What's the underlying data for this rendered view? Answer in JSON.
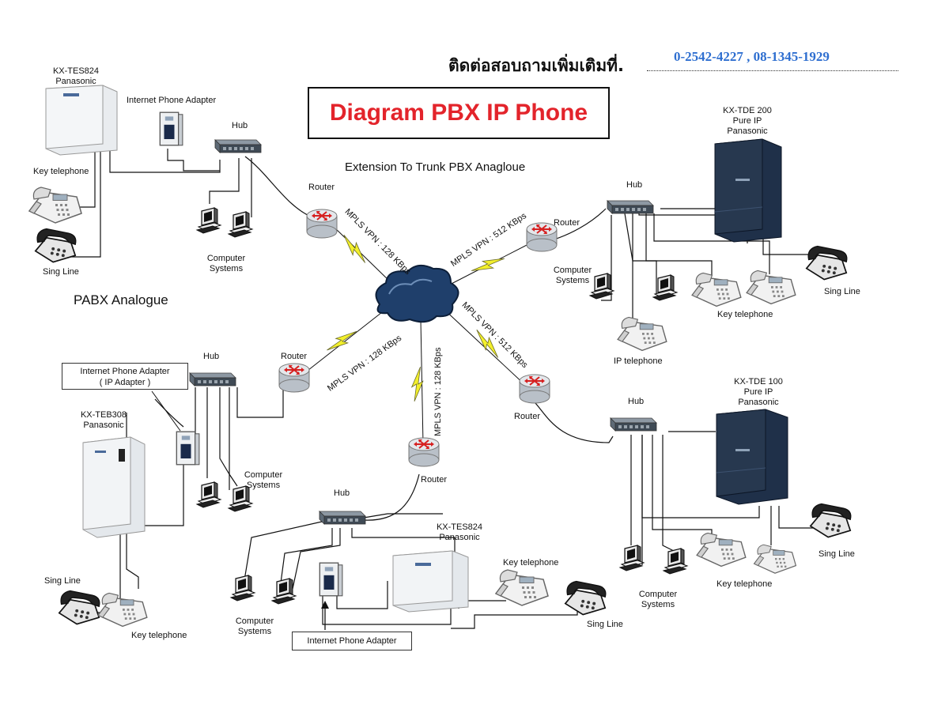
{
  "contact": {
    "label": "ติดต่อสอบถามเพิ่มเติมที่.",
    "phones": "0-2542-4227 , 08-1345-1929"
  },
  "title": "Diagram PBX IP Phone",
  "subtitle": "Extension To Trunk PBX Anagloue",
  "pabx_label": "PABX Analogue",
  "mpls": {
    "nw": "MPLS VPN : 128 KBps",
    "ne": "MPLS VPN : 512 KBps",
    "w": "MPLS VPN : 128 KBps",
    "s": "MPLS VPN : 128 KBps",
    "e": "MPLS VPN : 512 KBps"
  },
  "labels": {
    "tl_pbx_model": "KX-TES824",
    "tl_pbx_brand": "Panasonic",
    "tl_adapter": "Internet Phone Adapter",
    "tl_hub": "Hub",
    "tl_router": "Router",
    "tl_key_telephone": "Key telephone",
    "tl_sing_line": "Sing Line",
    "tl_computer_1": "Computer",
    "tl_computer_2": "Systems",
    "tr_pbx_model": "KX-TDE 200",
    "tr_pbx_type": "Pure IP",
    "tr_pbx_brand": "Panasonic",
    "tr_hub": "Hub",
    "tr_router": "Router",
    "tr_computer_1": "Computer",
    "tr_computer_2": "Systems",
    "tr_key_telephone": "Key telephone",
    "tr_sing_line": "Sing Line",
    "tr_ip_telephone": "IP telephone",
    "bl_adapter_1": "Internet Phone Adapter",
    "bl_adapter_2": "( IP Adapter )",
    "bl_hub": "Hub",
    "bl_router": "Router",
    "bl_pbx_model": "KX-TEB308",
    "bl_pbx_brand": "Panasonic",
    "bl_computer_1": "Computer",
    "bl_computer_2": "Systems",
    "bl_sing_line": "Sing Line",
    "bl_key_telephone": "Key telephone",
    "bc_router": "Router",
    "bc_hub": "Hub",
    "bc_pbx_model": "KX-TES824",
    "bc_pbx_brand": "Panasonic",
    "bc_key_telephone": "Key telephone",
    "bc_sing_line": "Sing Line",
    "bc_computer_1": "Computer",
    "bc_computer_2": "Systems",
    "bc_adapter": "Internet Phone Adapter",
    "br_router": "Router",
    "br_hub": "Hub",
    "br_pbx_model": "KX-TDE 100",
    "br_pbx_type": "Pure IP",
    "br_pbx_brand": "Panasonic",
    "br_sing_line": "Sing Line",
    "br_key_telephone": "Key telephone",
    "br_computer_1": "Computer",
    "br_computer_2": "Systems"
  },
  "colors": {
    "title": "#e3242b",
    "phone_link": "#2f6fd0",
    "router": "#d9dde2",
    "router_arrows": "#d62020",
    "bolt": "#f2ef2c",
    "cloud": "#1f3f6b",
    "pbx_dark": "#27384f",
    "hub": "#5e6a76"
  },
  "icons": {
    "router": "router-icon",
    "hub": "hub-icon",
    "cloud": "cloud-icon",
    "computer": "computer-icon",
    "telephone": "telephone-icon",
    "key_telephone": "key-telephone-icon",
    "adapter": "adapter-icon",
    "pbx": "pbx-icon"
  }
}
